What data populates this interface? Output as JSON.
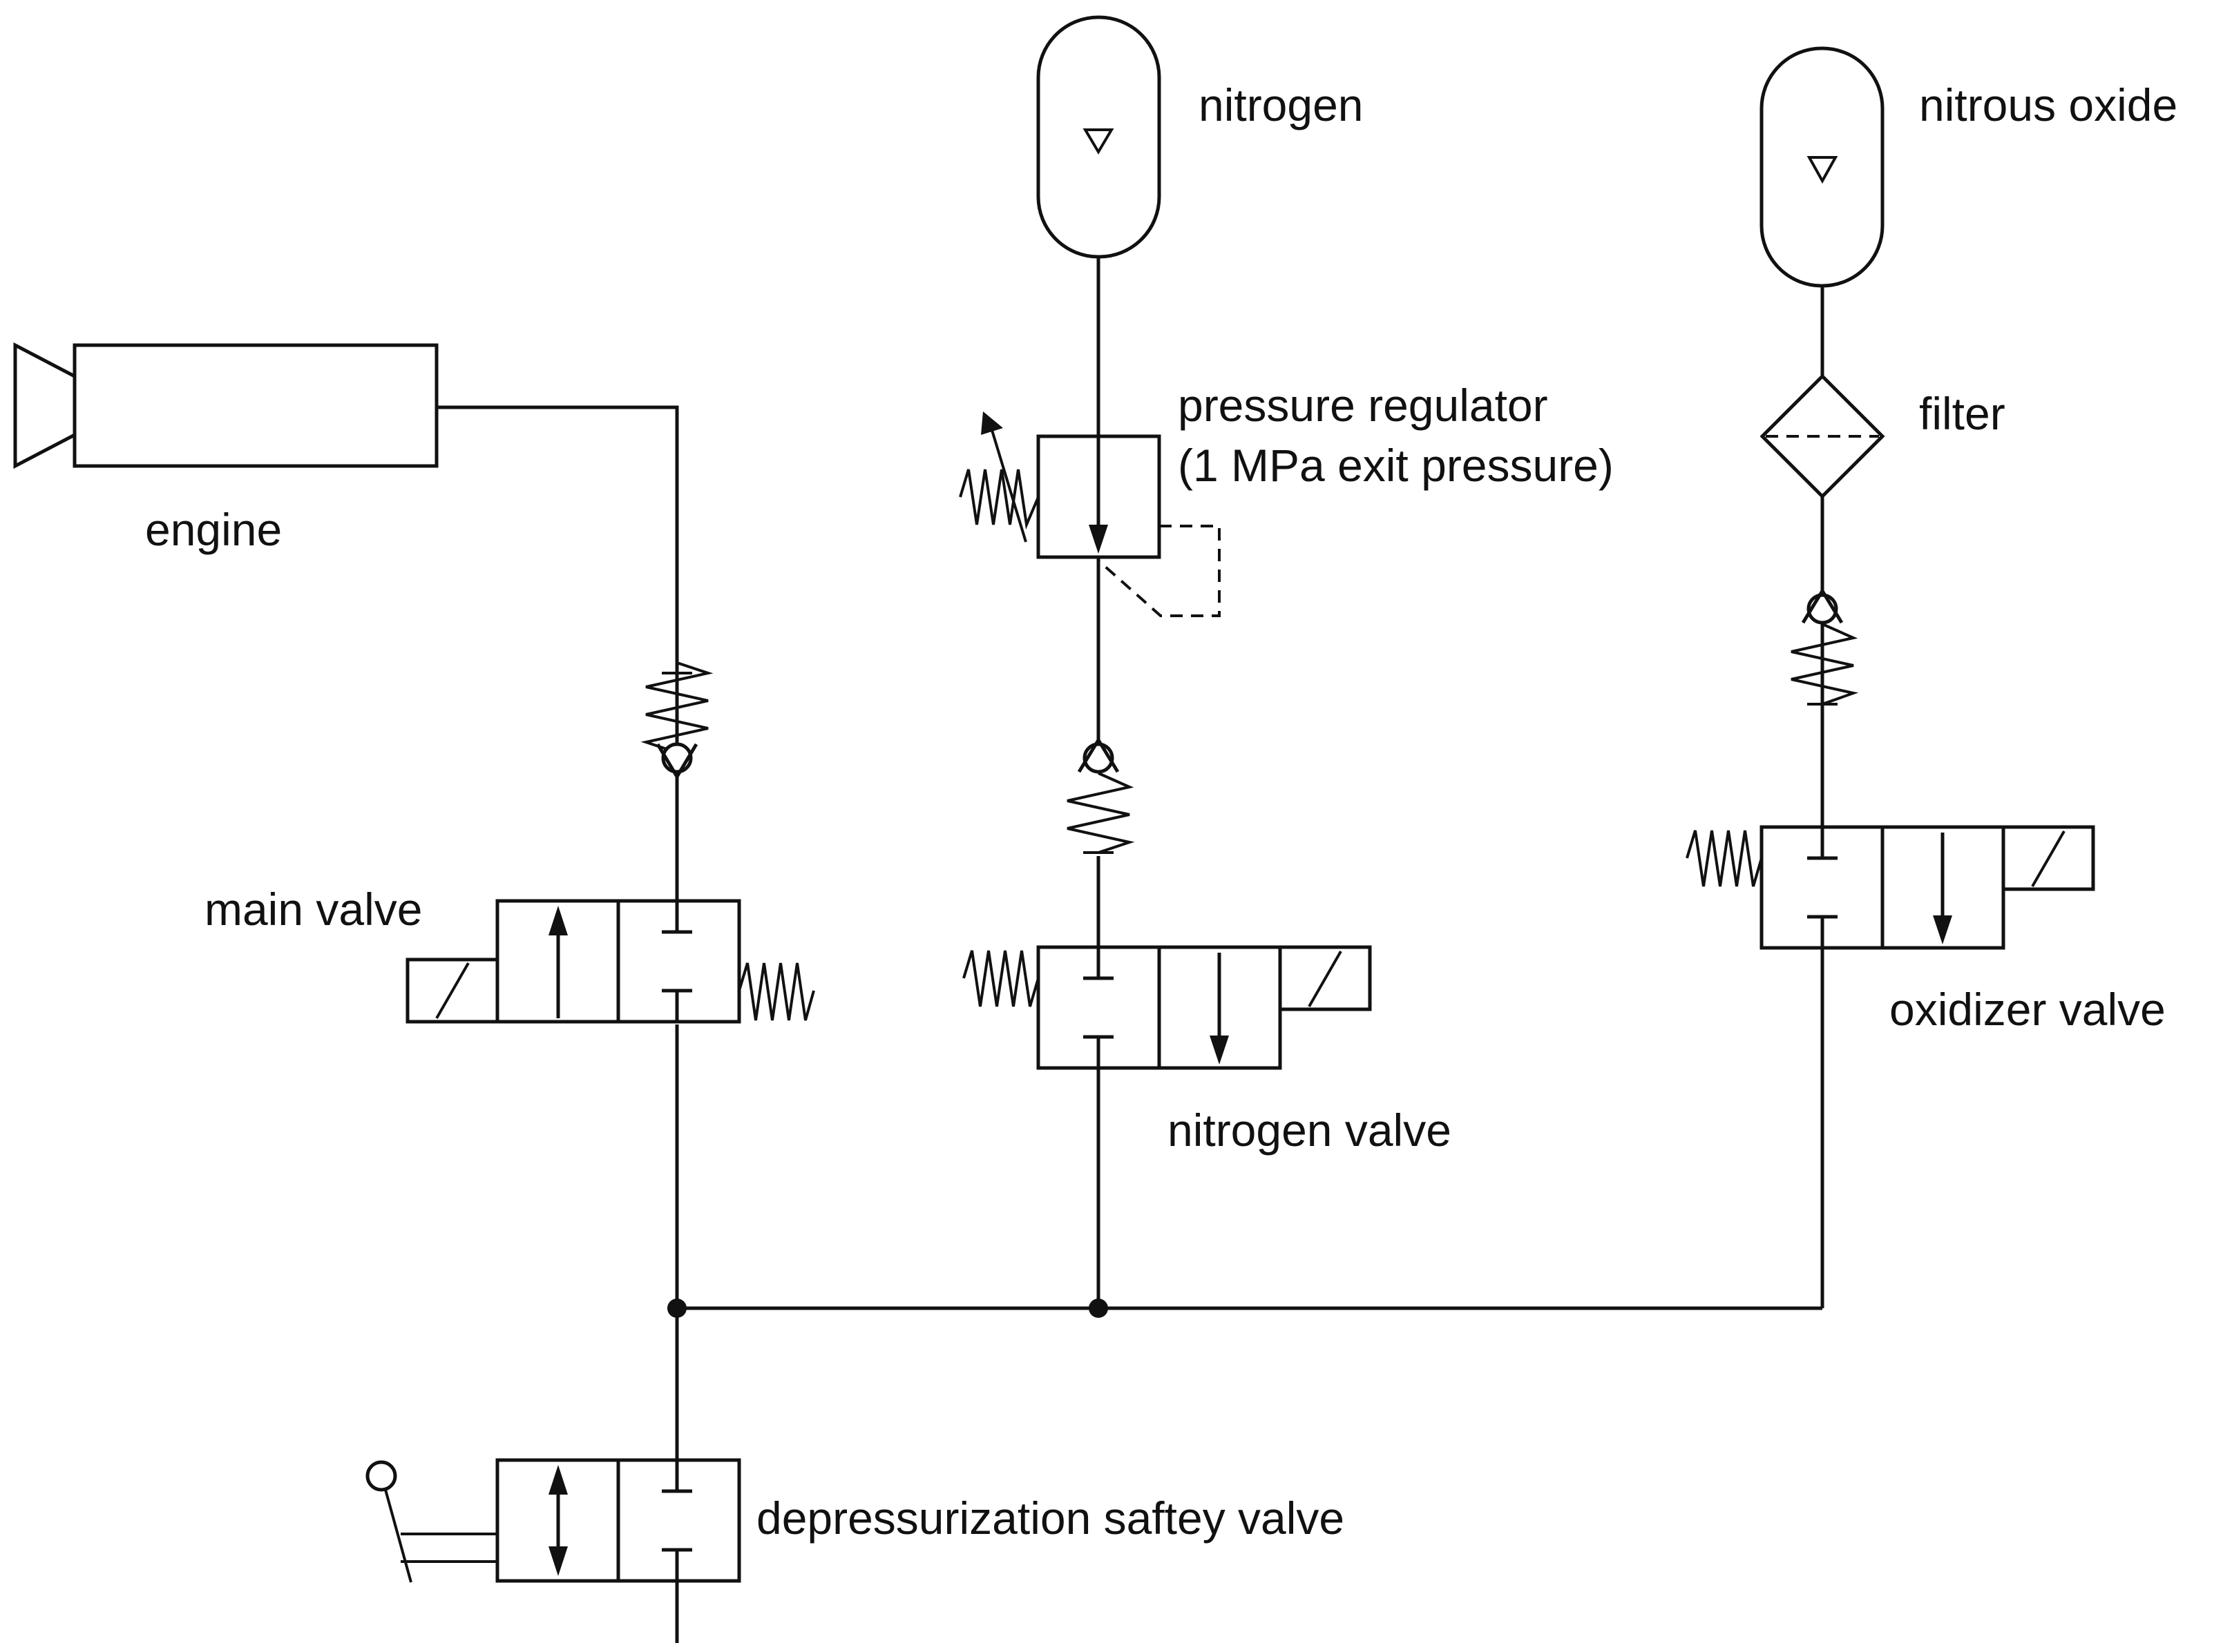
{
  "labels": {
    "engine": "engine",
    "nitrogen": "nitrogen",
    "nitrous_oxide": "nitrous oxide",
    "pressure_regulator_line1": "pressure regulator",
    "pressure_regulator_line2": "(1 MPa exit pressure)",
    "filter": "filter",
    "main_valve": "main valve",
    "nitrogen_valve": "nitrogen valve",
    "oxidizer_valve": "oxidizer valve",
    "depressurization_valve": "depressurization saftey valve"
  },
  "colors": {
    "line": "#111111",
    "background": "#ffffff"
  }
}
